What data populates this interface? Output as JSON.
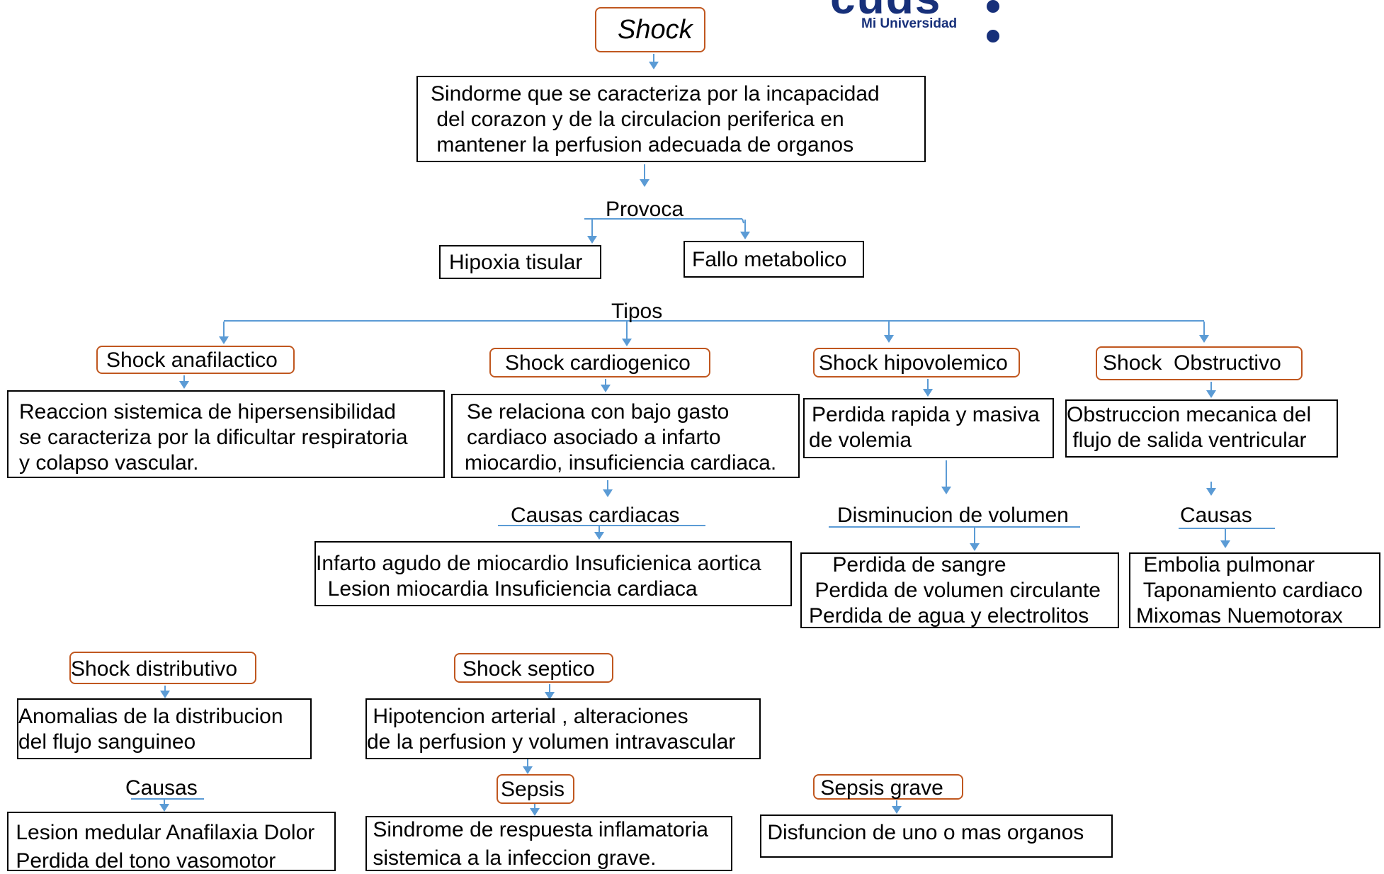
{
  "logo": {
    "brand": "cuds",
    "subtitle": "Mi Universidad"
  },
  "root": {
    "title": "Shock"
  },
  "definition": {
    "lines": [
      "Sindorme que se caracteriza por la incapacidad",
      " del corazon y de la circulacion periferica en",
      " mantener la perfusion adecuada de organos"
    ]
  },
  "provoca": {
    "label": "Provoca",
    "items": [
      "Hipoxia tisular",
      "Fallo metabolico"
    ]
  },
  "tipos": {
    "label": "Tipos"
  },
  "anafilactico": {
    "title": "Shock anafilactico",
    "desc": [
      "Reaccion sistemica de hipersensibilidad",
      "se caracteriza por la dificultar respiratoria",
      "y colapso vascular."
    ]
  },
  "cardiogenico": {
    "title": "Shock cardiogenico",
    "desc": [
      "Se relaciona con bajo gasto",
      "cardiaco asociado a infarto",
      "miocardio, insuficiencia cardiaca."
    ],
    "causes_label": "Causas cardiacas",
    "causes": [
      "Infarto agudo de miocardio Insuficienica aortica",
      "  Lesion miocardia Insuficiencia cardiaca"
    ]
  },
  "hipovolemico": {
    "title": "Shock hipovolemico",
    "desc": [
      "Perdida rapida y masiva",
      "de volemia"
    ],
    "causes_label": "Disminucion de volumen",
    "causes": [
      "    Perdida de sangre",
      " Perdida de volumen circulante",
      "Perdida de agua y electrolitos"
    ]
  },
  "obstructivo": {
    "title": "Shock  Obstructivo",
    "desc": [
      "Obstruccion mecanica del",
      " flujo de salida ventricular"
    ],
    "causes_label": "Causas",
    "causes": [
      " Embolia pulmonar",
      " Taponamiento cardiaco",
      "Mixomas Nuemotorax"
    ]
  },
  "distributivo": {
    "title": "Shock distributivo",
    "desc": [
      "Anomalias de la distribucion",
      "del flujo sanguineo"
    ],
    "causes_label": "Causas",
    "causes": [
      " Lesion medular Anafilaxia Dolor",
      " Perdida del tono vasomotor"
    ]
  },
  "septico": {
    "title": "Shock septico",
    "desc": [
      " Hipotencion arterial , alteraciones",
      "de la perfusion y volumen intravascular"
    ]
  },
  "sepsis": {
    "title": "Sepsis",
    "desc": [
      " Sindrome de respuesta inflamatoria",
      " sistemica a la infeccion grave."
    ]
  },
  "sepsis_grave": {
    "title": " Sepsis grave",
    "desc": " Disfuncion de uno o mas organos"
  },
  "colors": {
    "node_border": "#c0571f",
    "arrow": "#5b9bd5",
    "logo": "#17307a"
  }
}
